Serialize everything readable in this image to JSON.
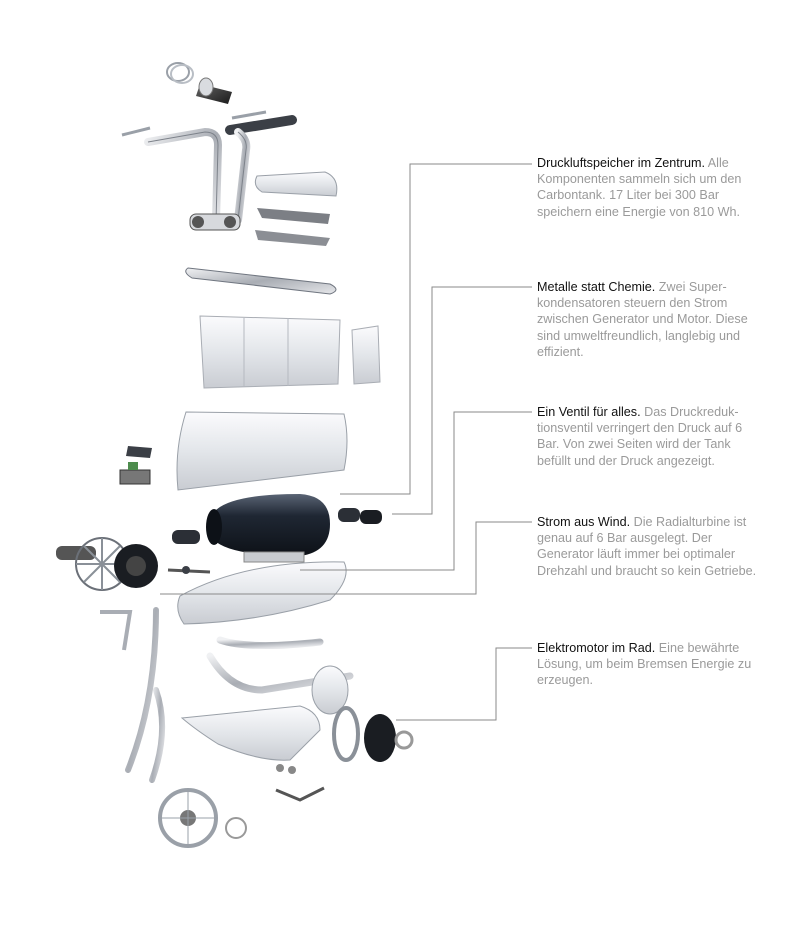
{
  "callouts": [
    {
      "heading": "Druckluftspeicher im Zentrum.",
      "body": "Alle Komponenten sammeln sich um den Carbontank. 17 Liter bei 300 Bar speichern eine Energie von 810 Wh."
    },
    {
      "heading": "Metalle statt Chemie.",
      "body": "Zwei Super­kondensatoren steuern den Strom zwischen Generator und Motor. Die­se sind umweltfreundlich, langlebig und effizient."
    },
    {
      "heading": "Ein Ventil für alles.",
      "body": "Das Druckreduk­tionsventil verringert den Druck auf 6 Bar. Von zwei Seiten wird der Tank befüllt und der Druck angezeigt."
    },
    {
      "heading": "Strom aus Wind.",
      "body": "Die Radialturbine ist genau auf 6 Bar ausgelegt. Der Generator läuft immer bei optimaler Drehzahl und braucht so kein Ge­triebe."
    },
    {
      "heading": "Elektromotor im Rad.",
      "body": "Eine bewährte Lösung, um beim Bremsen Energie zu erzeugen."
    }
  ],
  "colors": {
    "heading": "#111111",
    "body": "#9a9a9a",
    "leader": "#8a8a8a",
    "tank": "#1f2733"
  }
}
